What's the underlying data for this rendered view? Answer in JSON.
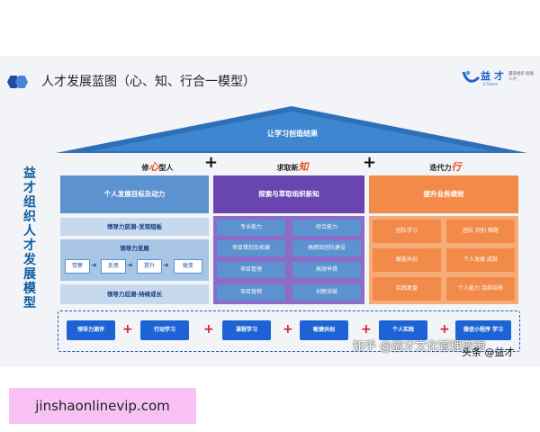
{
  "header": {
    "title": "人才发展蓝图（心、知、行合一模型）",
    "logo_main": "益 才",
    "logo_sub": "E-Talent",
    "logo_slogan": "赢培组织 赋能人才"
  },
  "side_title": "益才组织人才发展模型",
  "roof": {
    "label": "让学习创造结果"
  },
  "columns": [
    {
      "heading_prefix": "修",
      "heading_highlight": "心",
      "heading_suffix": "型人",
      "header_box": "个人发展目标及动力",
      "items": [
        "领导力前测-发现短板",
        "领导力发展",
        "领导力后测-持续成长"
      ],
      "steps": [
        "觉察",
        "反思",
        "提升",
        "蜕变"
      ]
    },
    {
      "heading_prefix": "求取新",
      "heading_highlight": "知",
      "heading_suffix": "",
      "header_box": "探索与萃取组织新知",
      "items": [
        "专业能力",
        "综合能力",
        "项目策划及拓展",
        "高绩效团队建设",
        "项目管理",
        "高效举措",
        "项目营销",
        "创新突破"
      ]
    },
    {
      "heading_prefix": "迭代力",
      "heading_highlight": "行",
      "heading_suffix": "",
      "header_box": "提升业务绩效",
      "items": [
        "团队学习",
        "团队 识别 难题",
        "赋能共创",
        "个人发展 成就",
        "实践复盘",
        "个人能力 持续培养"
      ]
    }
  ],
  "plus_sign": "+",
  "bottom_items": [
    "领导力测评",
    "行动学习",
    "课程学习",
    "敏捷共创",
    "个人实践",
    "微信小程序 学习"
  ],
  "watermark": {
    "line1": "知乎 @益才文化管理咨询",
    "line2": "头条 @益才"
  },
  "banner": {
    "text": "jinshaonlinevip.com"
  },
  "colors": {
    "blue": "#5b92cf",
    "purple": "#6845b1",
    "orange": "#f28b4a",
    "roof": "#2f6fb8"
  }
}
